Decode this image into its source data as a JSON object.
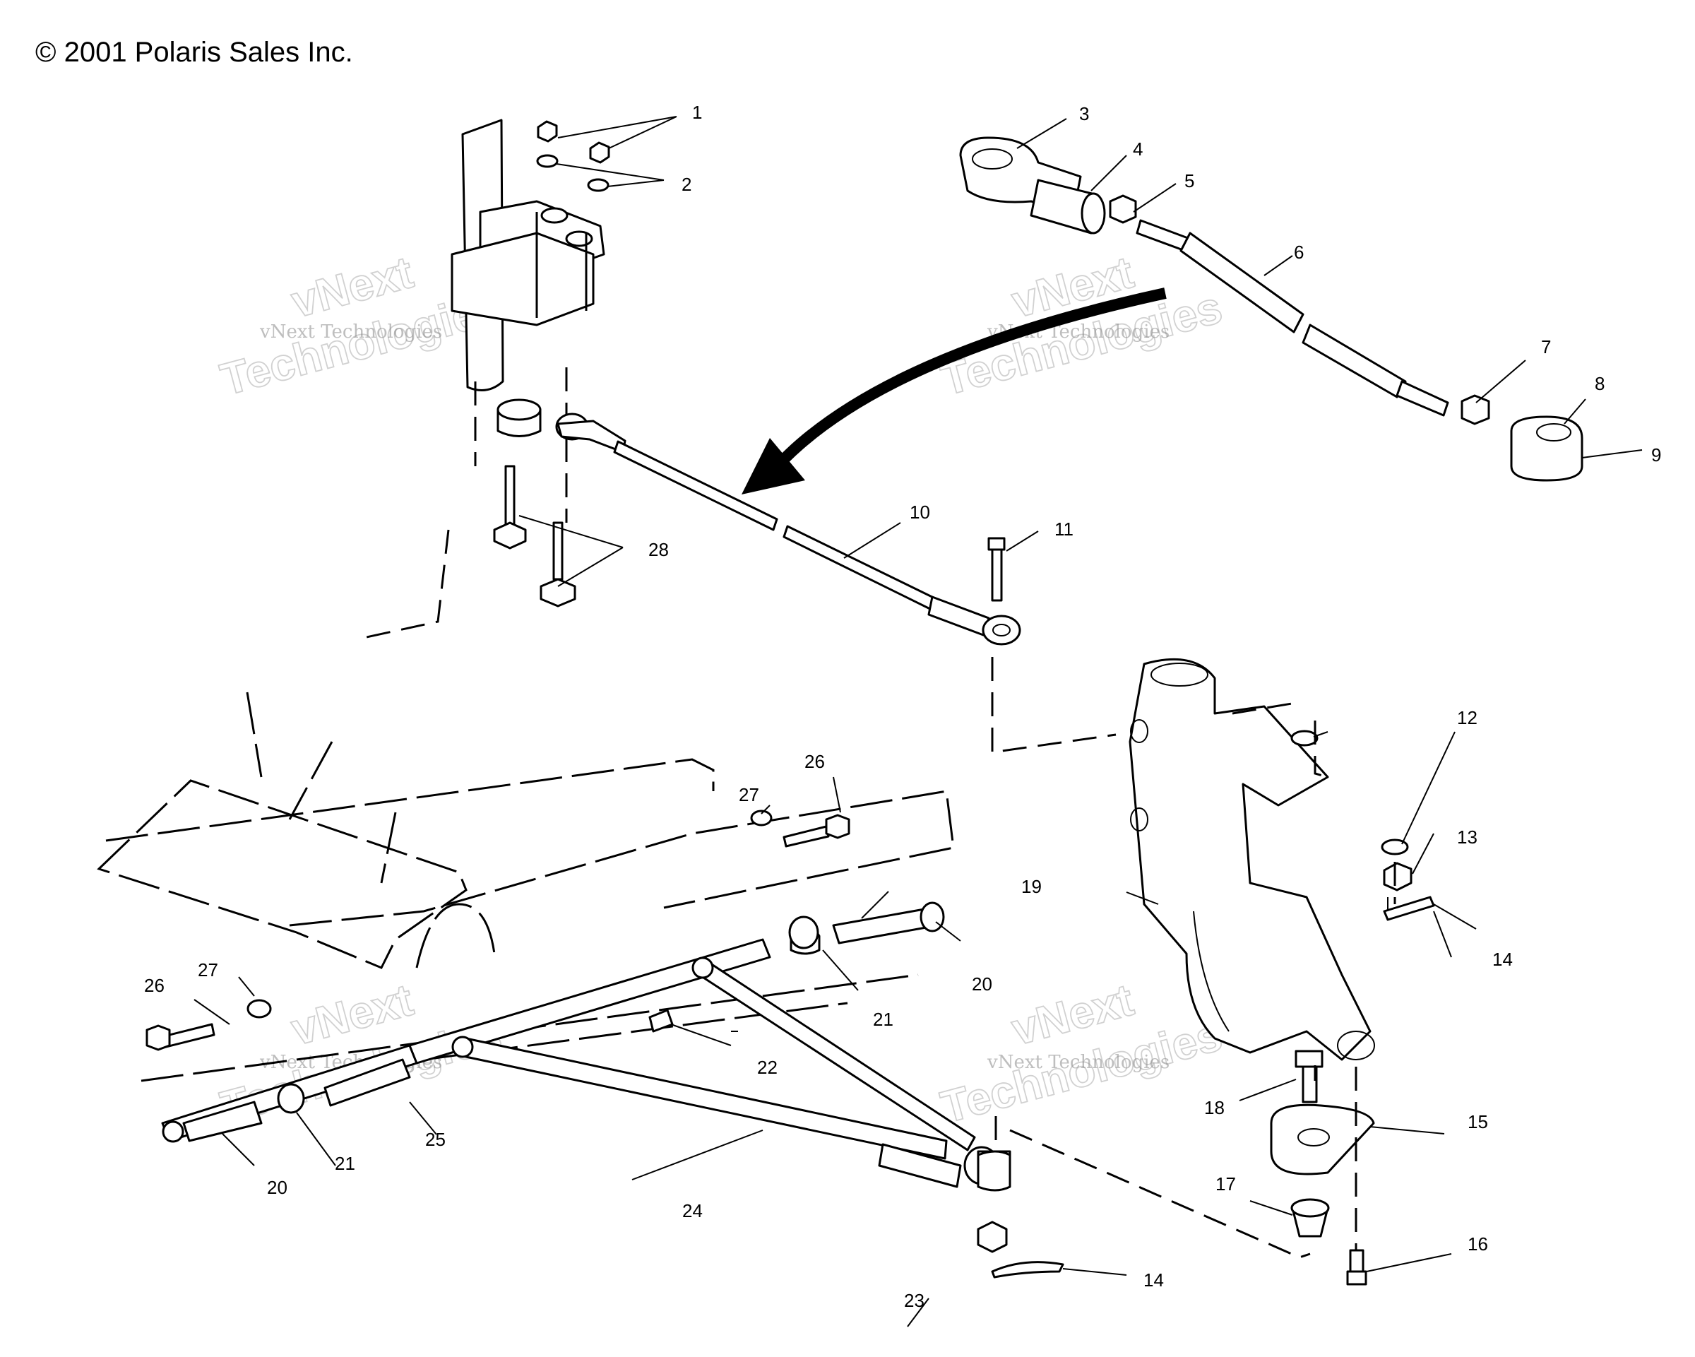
{
  "header": {
    "copyright": "© 2001 Polaris Sales Inc."
  },
  "watermark": {
    "small_text": "vNext Technologies",
    "big_line1": "vNext",
    "big_line2": "Technologies"
  },
  "callouts": [
    "1",
    "2",
    "3",
    "4",
    "5",
    "6",
    "7",
    "8",
    "9",
    "10",
    "11",
    "12",
    "13",
    "14",
    "14",
    "15",
    "16",
    "17",
    "18",
    "19",
    "20",
    "20",
    "21",
    "21",
    "22",
    "23",
    "24",
    "25",
    "26",
    "26",
    "27",
    "27",
    "28"
  ]
}
